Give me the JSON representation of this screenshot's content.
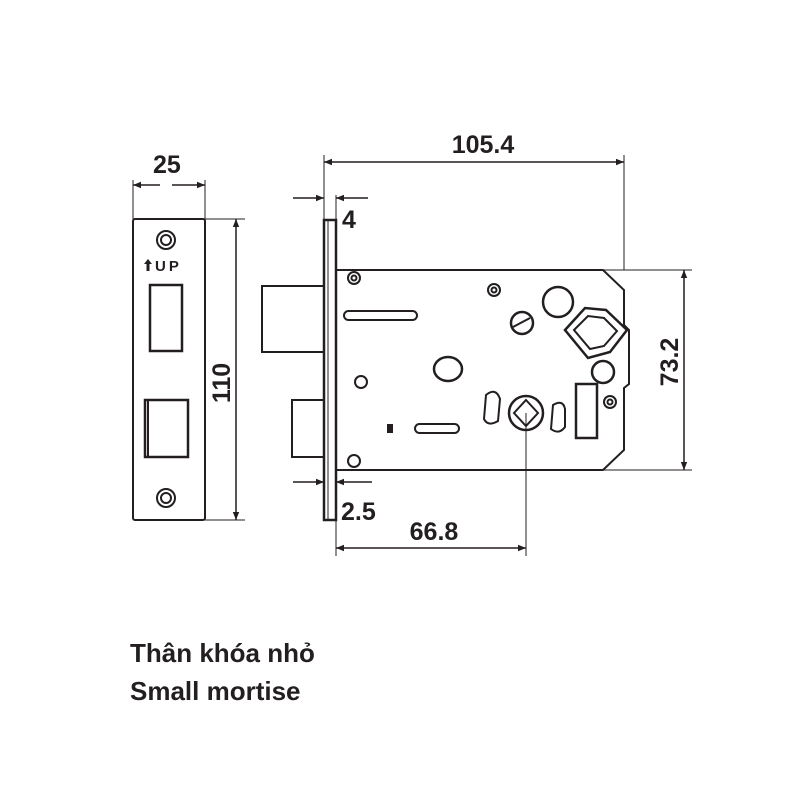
{
  "dimensions": {
    "faceplate_width": "25",
    "faceplate_height": "110",
    "body_length": "105.4",
    "faceplate_thickness": "4",
    "forend_thickness": "2.5",
    "backset": "66.8",
    "body_height": "73.2"
  },
  "faceplate_label": "UP",
  "caption": {
    "line1": "Thân khóa nhỏ",
    "line2": "Small mortise"
  },
  "colors": {
    "line": "#231f20"
  }
}
